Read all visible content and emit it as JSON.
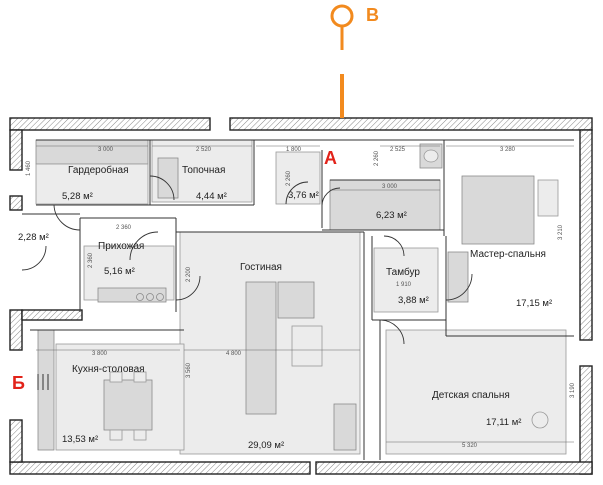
{
  "plan": {
    "rooms": [
      {
        "id": "wardrobe",
        "name": "Гардеробная",
        "area": "5,28 м²"
      },
      {
        "id": "furnace",
        "name": "Топочная",
        "area": "4,44 м²"
      },
      {
        "id": "bath1",
        "name": "",
        "area": "3,76 м²"
      },
      {
        "id": "bath2",
        "name": "",
        "area": "6,23 м²"
      },
      {
        "id": "porch",
        "name": "",
        "area": "2,28 м²"
      },
      {
        "id": "hall",
        "name": "Прихожая",
        "area": "5,16 м²"
      },
      {
        "id": "living",
        "name": "Гостиная",
        "area": "29,09 м²"
      },
      {
        "id": "vestibule",
        "name": "Тамбур",
        "area": "3,88 м²"
      },
      {
        "id": "master",
        "name": "Мастер-спальня",
        "area": "17,15 м²"
      },
      {
        "id": "kitchen",
        "name": "Кухня-столовая",
        "area": "13,53 м²"
      },
      {
        "id": "kids",
        "name": "Детская спальня",
        "area": "17,11 м²"
      }
    ],
    "dimensions": {
      "d3000a": "3 000",
      "d2520": "2 520",
      "d1800": "1 800",
      "d2525": "2 525",
      "d3280": "3 280",
      "d1460": "1 460",
      "d2260a": "2 260",
      "d2260b": "2 260",
      "d3000b": "3 000",
      "d3210": "3 210",
      "d2360a": "2 360",
      "d2360b": "2 360",
      "d2200": "2 200",
      "d1910": "1 910",
      "d3800": "3 800",
      "d4800": "4 800",
      "d3560": "3 560",
      "d3190": "3 190",
      "d5320": "5 320"
    },
    "markers": {
      "a": "А",
      "b": "Б",
      "v": "В"
    },
    "colors": {
      "marker_a": "#e2231a",
      "marker_b": "#e2231a",
      "marker_v": "#f28a1e",
      "furniture": "#d9d9d9"
    }
  }
}
